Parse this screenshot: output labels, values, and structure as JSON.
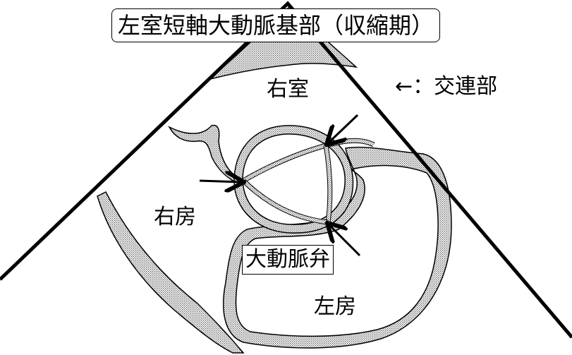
{
  "title": "左室短軸大動脈基部（収縮期）",
  "labels": {
    "right_ventricle": "右室",
    "commissure_legend": "←：交連部",
    "right_atrium": "右房",
    "aortic_valve": "大動脈弁",
    "left_atrium": "左房"
  },
  "colors": {
    "line": "#000000",
    "stipple": "#7a7a7a",
    "background": "#ffffff"
  }
}
